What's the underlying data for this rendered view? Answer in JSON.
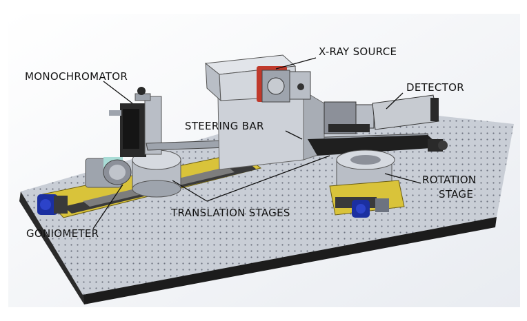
{
  "labels": {
    "xray_source": "X-RAY SOURCE",
    "monochromator": "MONOCHROMATOR",
    "detector": "DETECTOR",
    "steering_bar": "STEERING BAR",
    "rotation_stage_1": "ROTATION",
    "rotation_stage_2": "STAGE",
    "translation_stages": "TRANSLATION STAGES",
    "goniometer": "GONIOMETER"
  },
  "colors": {
    "table_top": "#c9ced6",
    "table_edge": "#1c1c1c",
    "stage_yellow": "#d9c33a",
    "motor_blue": "#1b2fa0",
    "accent_red": "#c0392b",
    "metal": "#b9bec6",
    "dark_part": "#2a2a2a"
  }
}
